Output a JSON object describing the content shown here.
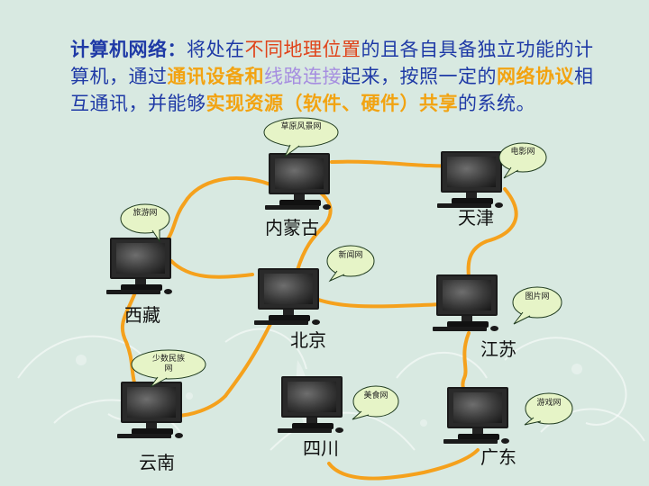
{
  "definition": {
    "term": "计算机网络：",
    "p1": "将处在",
    "h1": "不同地理位置",
    "p2": "的且各自具备独立功能的计算机，通过",
    "h2": "通讯设备和",
    "h3": "线路连接",
    "p3": "起来，按照一定的",
    "h4": "网络协议",
    "p4": "相互通讯，并能够",
    "h5": "实现资源（软件、硬件）共享",
    "p5": "的系统。"
  },
  "colors": {
    "background": "#d8e9e1",
    "text_blue": "#1f3aa6",
    "highlight_red": "#e0431a",
    "highlight_orange": "#f2a311",
    "highlight_purple": "#a68ee0",
    "link_orange": "#f5a11c",
    "callout_fill": "#e6f4c7",
    "callout_stroke": "#1e3a1e"
  },
  "nodes": {
    "neimenggu": "内蒙古",
    "tianjin": "天津",
    "xizang": "西藏",
    "beijing": "北京",
    "jiangsu": "江苏",
    "yunnan": "云南",
    "sichuan": "四川",
    "guangdong": "广东"
  },
  "callouts": {
    "caoyuan": "草原风景网",
    "dianying": "电影网",
    "lvyou": "旅游网",
    "xinwen": "新闻网",
    "tupian": "图片网",
    "shaoshu": "少数民族网",
    "meishi": "美食网",
    "youxi": "游戏网"
  }
}
